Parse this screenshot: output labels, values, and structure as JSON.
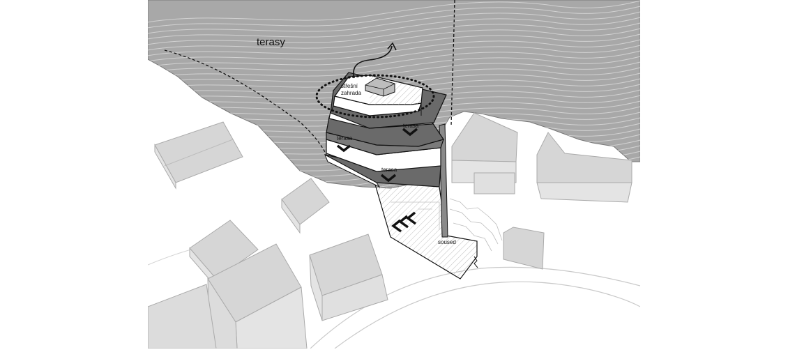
{
  "labels": {
    "terraces_area": "terasy",
    "roof_garden_line1": "střešní",
    "roof_garden_line2": "zahrada",
    "terrace_upper": "terasa",
    "terrace_left": "terasa",
    "terrace_lower": "terasa",
    "neighbour": "soused"
  },
  "colors": {
    "hillside": "#a8a8a8",
    "contour": "#d2d2d2",
    "terrace_floor": "#6a6a6a",
    "building_wall": "#ffffff",
    "neighbour_house_roof": "#d6d6d6",
    "neighbour_house_side": "#e4e4e4",
    "outline": "#111111",
    "road": "#c9c9c9"
  },
  "icons": [
    "chevron-down-icon",
    "chevron-left-icon",
    "curved-arrow-icon"
  ]
}
